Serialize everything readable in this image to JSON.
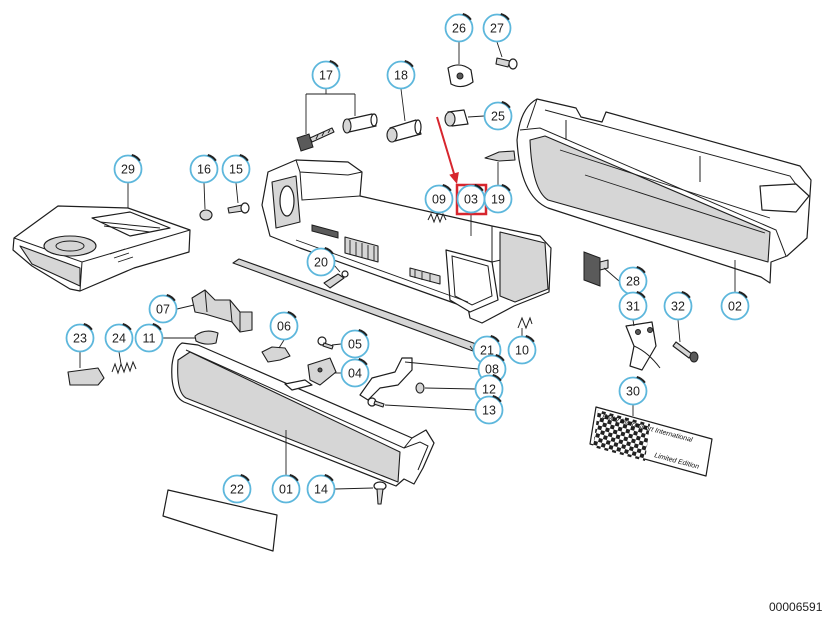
{
  "callouts": [
    {
      "label": "26"
    },
    {
      "label": "27"
    },
    {
      "label": "17"
    },
    {
      "label": "18"
    },
    {
      "label": "25"
    },
    {
      "label": "29"
    },
    {
      "label": "16"
    },
    {
      "label": "15"
    },
    {
      "label": "09"
    },
    {
      "label": "03"
    },
    {
      "label": "19"
    },
    {
      "label": "20"
    },
    {
      "label": "28"
    },
    {
      "label": "31"
    },
    {
      "label": "32"
    },
    {
      "label": "02"
    },
    {
      "label": "07"
    },
    {
      "label": "06"
    },
    {
      "label": "05"
    },
    {
      "label": "04"
    },
    {
      "label": "11"
    },
    {
      "label": "23"
    },
    {
      "label": "24"
    },
    {
      "label": "21"
    },
    {
      "label": "10"
    },
    {
      "label": "08"
    },
    {
      "label": "12"
    },
    {
      "label": "13"
    },
    {
      "label": "30"
    },
    {
      "label": "22"
    },
    {
      "label": "01"
    },
    {
      "label": "14"
    }
  ],
  "highlighted_callout": "03",
  "badge": {
    "line1": "BMW Motorsport International",
    "line2": "Limited Edition"
  },
  "diagram_id": "00006591",
  "colors": {
    "callout_ring": "#5db7dc",
    "highlight": "#d7262e",
    "line": "#1e1e1e"
  }
}
